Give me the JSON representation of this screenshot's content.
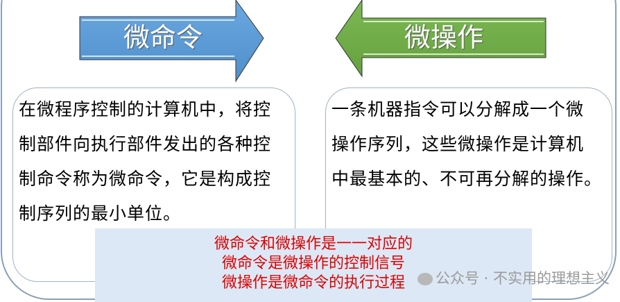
{
  "arrows": {
    "left": {
      "label": "微命令",
      "color": "#5b9bd5"
    },
    "right": {
      "label": "微操作",
      "color": "#70ad47"
    }
  },
  "left_box": {
    "lines": [
      "在微程序控制的计算机中，将控",
      "制部件向执行部件发出的各种控",
      "制命令称为微命令，它是构成控",
      "制序列的最小单位。"
    ]
  },
  "right_box": {
    "lines": [
      "一条机器指令可以分解成一个微",
      "操作序列，这些微操作是计算机",
      "中最基本的、不可再分解的操作。"
    ]
  },
  "summary": {
    "lines": [
      "微命令和微操作是一一对应的",
      "微命令是微操作的控制信号",
      "微操作是微命令的执行过程"
    ]
  },
  "watermark": {
    "text": "公众号 · 不实用的理想主义"
  }
}
